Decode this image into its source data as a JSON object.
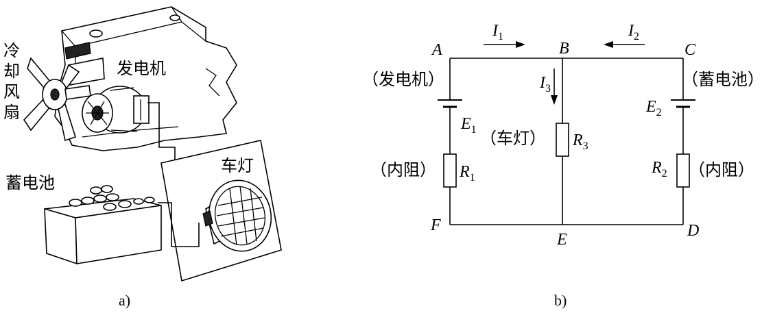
{
  "panel_a": {
    "fan_label_chars": [
      "冷",
      "却",
      "风",
      "扇"
    ],
    "generator_label": "发电机",
    "battery_label": "蓄电池",
    "lamp_label": "车灯",
    "caption": "a)"
  },
  "panel_b": {
    "nodes": {
      "A": "A",
      "B": "B",
      "C": "C",
      "D": "D",
      "E": "E",
      "F": "F"
    },
    "currents": {
      "I1": {
        "main": "I",
        "sub": "1"
      },
      "I2": {
        "main": "I",
        "sub": "2"
      },
      "I3": {
        "main": "I",
        "sub": "3"
      }
    },
    "emfs": {
      "E1": {
        "main": "E",
        "sub": "1"
      },
      "E2": {
        "main": "E",
        "sub": "2"
      }
    },
    "resistors": {
      "R1": {
        "main": "R",
        "sub": "1"
      },
      "R2": {
        "main": "R",
        "sub": "2"
      },
      "R3": {
        "main": "R",
        "sub": "3"
      }
    },
    "labels": {
      "generator": "（发电机）",
      "battery": "（蓄电池）",
      "lamp": "（车灯）",
      "internal_left": "（内阻）",
      "internal_right": "（内阻）"
    },
    "caption": "b)"
  }
}
